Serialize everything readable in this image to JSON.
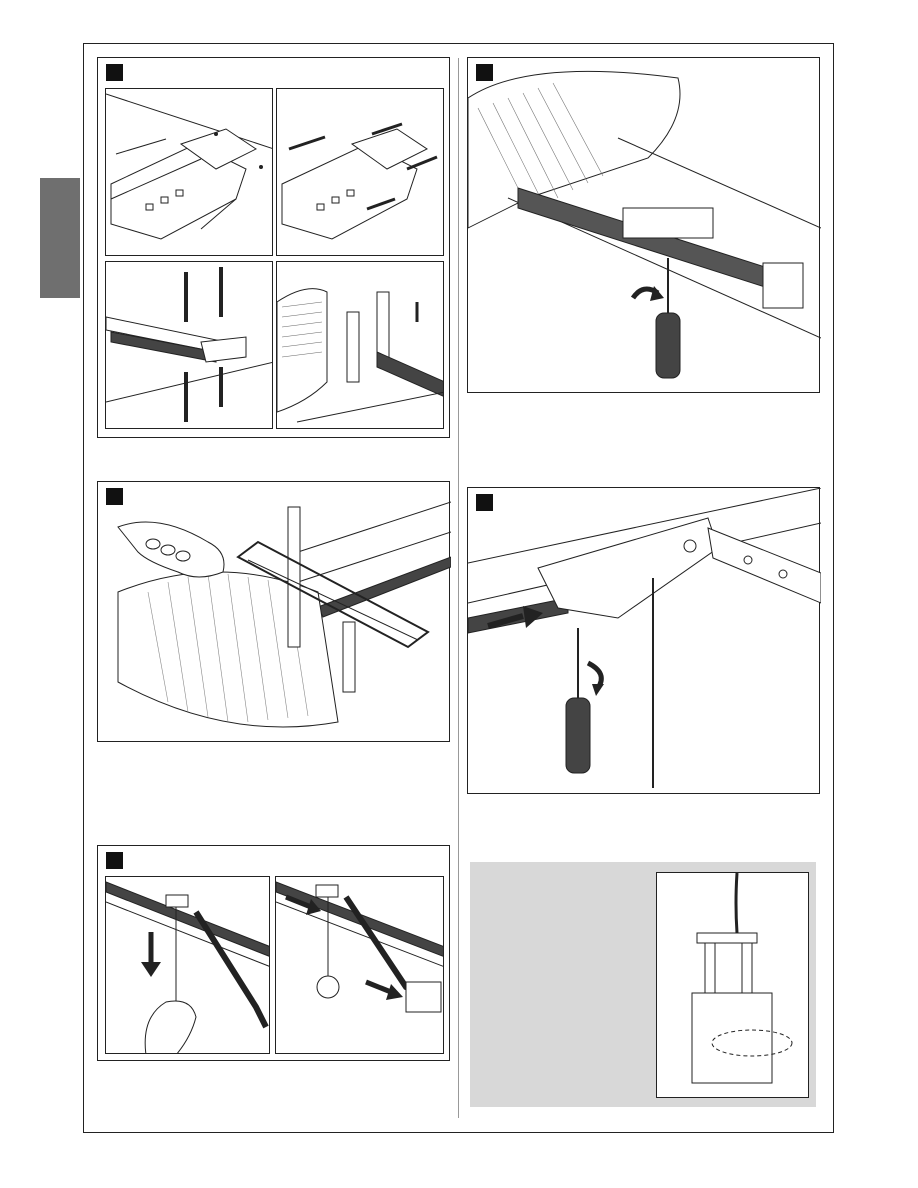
{
  "page": {
    "figures": [
      {
        "id": "fig-brackets",
        "number_label": ""
      },
      {
        "id": "fig-cover-cut",
        "number_label": ""
      },
      {
        "id": "fig-trolley-release",
        "number_label": ""
      },
      {
        "id": "fig-belt-mount",
        "number_label": ""
      },
      {
        "id": "fig-slide-lock",
        "number_label": ""
      }
    ],
    "note": {
      "text": ""
    }
  },
  "icons": {
    "arrow": "arrow-icon",
    "rotate": "rotate-arrow-icon",
    "screwdriver": "screwdriver-icon",
    "hacksaw": "hacksaw-icon",
    "hand": "hand-icon"
  }
}
